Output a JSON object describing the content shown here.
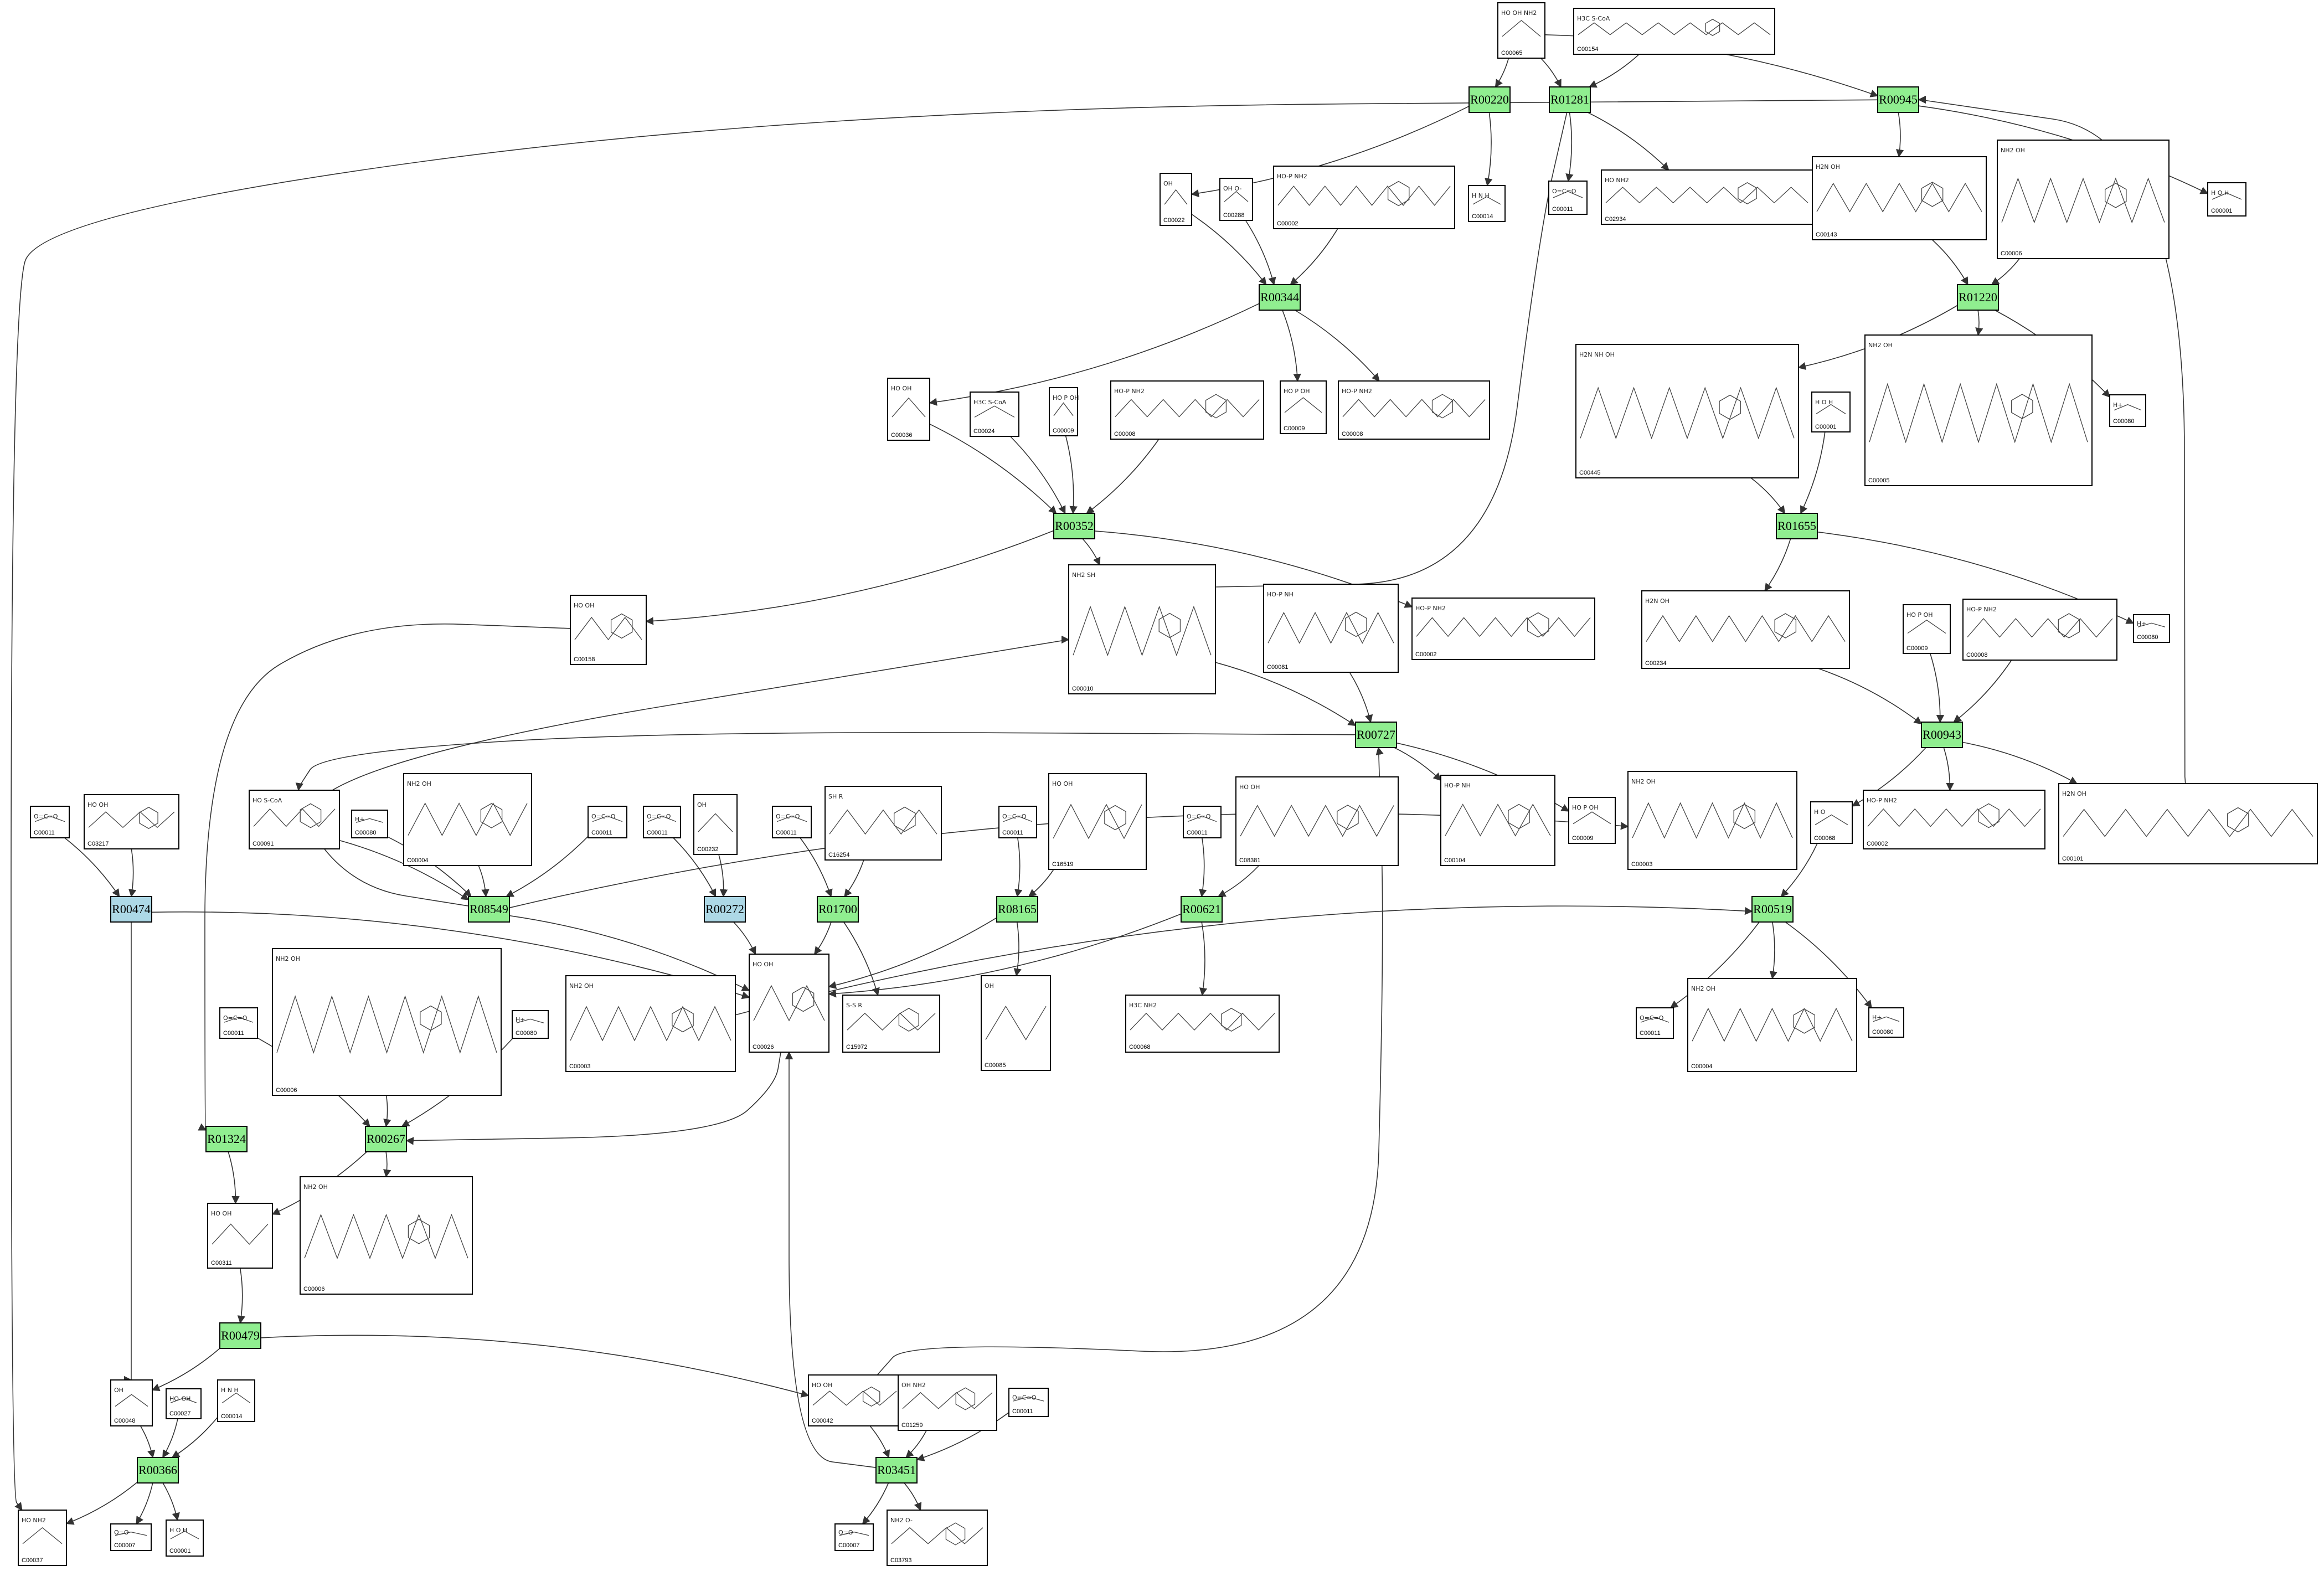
{
  "colors": {
    "reaction_main": "#90ee90",
    "reaction_alt": "#add8e6",
    "edge": "#333333"
  },
  "reactions": [
    {
      "id": "R00220",
      "label": "R00220",
      "color": "main"
    },
    {
      "id": "R01281",
      "label": "R01281",
      "color": "main"
    },
    {
      "id": "R00945",
      "label": "R00945",
      "color": "main"
    },
    {
      "id": "R00344",
      "label": "R00344",
      "color": "main"
    },
    {
      "id": "R01220",
      "label": "R01220",
      "color": "main"
    },
    {
      "id": "R00352",
      "label": "R00352",
      "color": "main"
    },
    {
      "id": "R01655",
      "label": "R01655",
      "color": "main"
    },
    {
      "id": "R00727",
      "label": "R00727",
      "color": "main"
    },
    {
      "id": "R00943",
      "label": "R00943",
      "color": "main"
    },
    {
      "id": "R00474",
      "label": "R00474",
      "color": "alt"
    },
    {
      "id": "R08549",
      "label": "R08549",
      "color": "main"
    },
    {
      "id": "R00272",
      "label": "R00272",
      "color": "alt"
    },
    {
      "id": "R01700",
      "label": "R01700",
      "color": "main"
    },
    {
      "id": "R08165",
      "label": "R08165",
      "color": "main"
    },
    {
      "id": "R00621",
      "label": "R00621",
      "color": "main"
    },
    {
      "id": "R00519",
      "label": "R00519",
      "color": "main"
    },
    {
      "id": "R01324",
      "label": "R01324",
      "color": "main"
    },
    {
      "id": "R00267",
      "label": "R00267",
      "color": "main"
    },
    {
      "id": "R00479",
      "label": "R00479",
      "color": "main"
    },
    {
      "id": "R00366",
      "label": "R00366",
      "color": "main"
    },
    {
      "id": "R03451",
      "label": "R03451",
      "color": "main"
    }
  ],
  "compounds": [
    {
      "id": "c_c00065",
      "label": "C00065",
      "atoms": "HO  OH  NH2"
    },
    {
      "id": "c_c00154",
      "label": "C00154",
      "atoms": "H3C  S-CoA"
    },
    {
      "id": "c_c00022",
      "label": "C00022",
      "atoms": "OH"
    },
    {
      "id": "c_c00288",
      "label": "C00288",
      "atoms": "OH  O-"
    },
    {
      "id": "c_c00002a",
      "label": "C00002",
      "atoms": "HO-P  NH2"
    },
    {
      "id": "c_c00014a",
      "label": "C00014",
      "atoms": "H N H"
    },
    {
      "id": "c_c00011a",
      "label": "C00011",
      "atoms": "O=C=O"
    },
    {
      "id": "c_c02934",
      "label": "C02934",
      "atoms": "HO  NH2"
    },
    {
      "id": "c_c00143",
      "label": "C00143",
      "atoms": "H2N  OH"
    },
    {
      "id": "c_c00006a",
      "label": "C00006",
      "atoms": "NH2  OH"
    },
    {
      "id": "c_c00001a",
      "label": "C00001",
      "atoms": "H O H"
    },
    {
      "id": "c_c00036",
      "label": "C00036",
      "atoms": "HO  OH"
    },
    {
      "id": "c_c00024",
      "label": "C00024",
      "atoms": "H3C  S-CoA"
    },
    {
      "id": "c_c00009a",
      "label": "C00009",
      "atoms": "HO P OH"
    },
    {
      "id": "c_c00008a",
      "label": "C00008",
      "atoms": "HO-P  NH2"
    },
    {
      "id": "c_c00009b",
      "label": "C00009",
      "atoms": "HO P OH"
    },
    {
      "id": "c_c00008b",
      "label": "C00008",
      "atoms": "HO-P  NH2"
    },
    {
      "id": "c_c00445",
      "label": "C00445",
      "atoms": "H2N  NH  OH"
    },
    {
      "id": "c_c00001b",
      "label": "C00001",
      "atoms": "H O H"
    },
    {
      "id": "c_c00005",
      "label": "C00005",
      "atoms": "NH2  OH"
    },
    {
      "id": "c_c00080a",
      "label": "C00080",
      "atoms": "H+"
    },
    {
      "id": "c_c00158",
      "label": "C00158",
      "atoms": "HO  OH"
    },
    {
      "id": "c_c00010",
      "label": "C00010",
      "atoms": "NH2  SH"
    },
    {
      "id": "c_c00081",
      "label": "C00081",
      "atoms": "HO-P  NH"
    },
    {
      "id": "c_c00002b",
      "label": "C00002",
      "atoms": "HO-P  NH2"
    },
    {
      "id": "c_c00234",
      "label": "C00234",
      "atoms": "H2N  OH"
    },
    {
      "id": "c_c00009c",
      "label": "C00009",
      "atoms": "HO P OH"
    },
    {
      "id": "c_c00008c",
      "label": "C00008",
      "atoms": "HO-P  NH2"
    },
    {
      "id": "c_c00080b",
      "label": "C00080",
      "atoms": "H+"
    },
    {
      "id": "c_c00011b",
      "label": "C00011",
      "atoms": "O=C=O"
    },
    {
      "id": "c_c03217",
      "label": "C03217",
      "atoms": "HO  OH"
    },
    {
      "id": "c_c00091",
      "label": "C00091",
      "atoms": "HO  S-CoA"
    },
    {
      "id": "c_c00080c",
      "label": "C00080",
      "atoms": "H+"
    },
    {
      "id": "c_c00004a",
      "label": "C00004",
      "atoms": "NH2  OH"
    },
    {
      "id": "c_c00011c",
      "label": "C00011",
      "atoms": "O=C=O"
    },
    {
      "id": "c_c00011d",
      "label": "C00011",
      "atoms": "O=C=O"
    },
    {
      "id": "c_c00232",
      "label": "C00232",
      "atoms": "OH"
    },
    {
      "id": "c_c00011e",
      "label": "C00011",
      "atoms": "O=C=O"
    },
    {
      "id": "c_c16254",
      "label": "C16254",
      "atoms": "SH  R"
    },
    {
      "id": "c_c00011f",
      "label": "C00011",
      "atoms": "O=C=O"
    },
    {
      "id": "c_c16519",
      "label": "C16519",
      "atoms": "HO  OH"
    },
    {
      "id": "c_c00011g",
      "label": "C00011",
      "atoms": "O=C=O"
    },
    {
      "id": "c_c08381",
      "label": "C08381",
      "atoms": "HO  OH"
    },
    {
      "id": "c_c00104",
      "label": "C00104",
      "atoms": "HO-P  NH"
    },
    {
      "id": "c_c00009d",
      "label": "C00009",
      "atoms": "HO P OH"
    },
    {
      "id": "c_c00003a",
      "label": "C00003",
      "atoms": "NH2  OH"
    },
    {
      "id": "c_c00068",
      "label": "C00068",
      "atoms": "H O"
    },
    {
      "id": "c_c00002c",
      "label": "C00002",
      "atoms": "HO-P  NH2"
    },
    {
      "id": "c_c00101",
      "label": "C00101",
      "atoms": "H2N  OH"
    },
    {
      "id": "c_c00006b",
      "label": "C00006",
      "atoms": "NH2  OH"
    },
    {
      "id": "c_c00011h",
      "label": "C00011",
      "atoms": "O=C=O"
    },
    {
      "id": "c_c00080d",
      "label": "C00080",
      "atoms": "H+"
    },
    {
      "id": "c_c00003b",
      "label": "C00003",
      "atoms": "NH2  OH"
    },
    {
      "id": "c_c00026",
      "label": "C00026",
      "atoms": "HO  OH"
    },
    {
      "id": "c_c15972",
      "label": "C15972",
      "atoms": "S-S  R"
    },
    {
      "id": "c_c00085",
      "label": "C00085",
      "atoms": "OH"
    },
    {
      "id": "c_c00068b",
      "label": "C00068",
      "atoms": "H3C  NH2"
    },
    {
      "id": "c_c00011i",
      "label": "C00011",
      "atoms": "O=C=O"
    },
    {
      "id": "c_c00004b",
      "label": "C00004",
      "atoms": "NH2  OH"
    },
    {
      "id": "c_c00080e",
      "label": "C00080",
      "atoms": "H+"
    },
    {
      "id": "c_c00311",
      "label": "C00311",
      "atoms": "HO  OH"
    },
    {
      "id": "c_c00006c",
      "label": "C00006",
      "atoms": "NH2  OH"
    },
    {
      "id": "c_c00048",
      "label": "C00048",
      "atoms": "OH"
    },
    {
      "id": "c_c00027",
      "label": "C00027",
      "atoms": "HO-OH"
    },
    {
      "id": "c_c00014b",
      "label": "C00014",
      "atoms": "H N H"
    },
    {
      "id": "c_c00042",
      "label": "C00042",
      "atoms": "HO  OH"
    },
    {
      "id": "c_c01259",
      "label": "C01259",
      "atoms": "OH  NH2"
    },
    {
      "id": "c_c00011j",
      "label": "C00011",
      "atoms": "O=C=O"
    },
    {
      "id": "c_c00037",
      "label": "C00037",
      "atoms": "HO  NH2"
    },
    {
      "id": "c_c00007a",
      "label": "C00007",
      "atoms": "O=O"
    },
    {
      "id": "c_c00001c",
      "label": "C00001",
      "atoms": "H O H"
    },
    {
      "id": "c_c00007b",
      "label": "C00007",
      "atoms": "O=O"
    },
    {
      "id": "c_c03793",
      "label": "C03793",
      "atoms": "NH2  O-"
    }
  ],
  "edges": [
    {
      "from": "c_c00065",
      "to": "R00220"
    },
    {
      "from": "c_c00065",
      "to": "R01281"
    },
    {
      "from": "c_c00065",
      "to": "R00945"
    },
    {
      "from": "c_c00154",
      "to": "R01281"
    },
    {
      "from": "R00220",
      "to": "c_c00022"
    },
    {
      "from": "R00220",
      "to": "c_c00014a"
    },
    {
      "from": "R01281",
      "to": "c_c00011a"
    },
    {
      "from": "R01281",
      "to": "c_c02934"
    },
    {
      "from": "R01281",
      "to": "c_c00010"
    },
    {
      "from": "R00945",
      "to": "c_c00143"
    },
    {
      "from": "R00945",
      "to": "c_c00001a"
    },
    {
      "from": "R00945",
      "to": "c_c00037"
    },
    {
      "from": "c_c00022",
      "to": "R00344"
    },
    {
      "from": "c_c00288",
      "to": "R00344"
    },
    {
      "from": "c_c00002a",
      "to": "R00344"
    },
    {
      "from": "R00344",
      "to": "c_c00036"
    },
    {
      "from": "R00344",
      "to": "c_c00009b"
    },
    {
      "from": "R00344",
      "to": "c_c00008b"
    },
    {
      "from": "c_c00143",
      "to": "R01220"
    },
    {
      "from": "c_c00006a",
      "to": "R01220"
    },
    {
      "from": "R01220",
      "to": "c_c00445"
    },
    {
      "from": "R01220",
      "to": "c_c00005"
    },
    {
      "from": "R01220",
      "to": "c_c00080a"
    },
    {
      "from": "c_c00036",
      "to": "R00352"
    },
    {
      "from": "c_c00024",
      "to": "R00352"
    },
    {
      "from": "c_c00009a",
      "to": "R00352"
    },
    {
      "from": "c_c00008a",
      "to": "R00352"
    },
    {
      "from": "R00352",
      "to": "c_c00158"
    },
    {
      "from": "R00352",
      "to": "c_c00010"
    },
    {
      "from": "R00352",
      "to": "c_c00002b"
    },
    {
      "from": "c_c00445",
      "to": "R01655"
    },
    {
      "from": "c_c00001b",
      "to": "R01655"
    },
    {
      "from": "R01655",
      "to": "c_c00234"
    },
    {
      "from": "R01655",
      "to": "c_c00080b"
    },
    {
      "from": "c_c00010",
      "to": "R00727"
    },
    {
      "from": "c_c00081",
      "to": "R00727"
    },
    {
      "from": "R00727",
      "to": "c_c00091"
    },
    {
      "from": "R00727",
      "to": "c_c00104"
    },
    {
      "from": "R00727",
      "to": "c_c00009d"
    },
    {
      "from": "c_c00234",
      "to": "R00943"
    },
    {
      "from": "c_c00009c",
      "to": "R00943"
    },
    {
      "from": "c_c00008c",
      "to": "R00943"
    },
    {
      "from": "R00943",
      "to": "c_c00068"
    },
    {
      "from": "R00943",
      "to": "c_c00002c"
    },
    {
      "from": "R00943",
      "to": "c_c00101"
    },
    {
      "from": "c_c00101",
      "to": "R00945"
    },
    {
      "from": "c_c00011b",
      "to": "R00474"
    },
    {
      "from": "c_c03217",
      "to": "R00474"
    },
    {
      "from": "R00474",
      "to": "c_c00026"
    },
    {
      "from": "R00474",
      "to": "c_c00048"
    },
    {
      "from": "c_c00091",
      "to": "R08549"
    },
    {
      "from": "c_c00080c",
      "to": "R08549"
    },
    {
      "from": "c_c00004a",
      "to": "R08549"
    },
    {
      "from": "c_c00011c",
      "to": "R08549"
    },
    {
      "from": "R08549",
      "to": "c_c00010"
    },
    {
      "from": "R08549",
      "to": "c_c00003a"
    },
    {
      "from": "R08549",
      "to": "c_c00026"
    },
    {
      "from": "c_c00011d",
      "to": "R00272"
    },
    {
      "from": "c_c00232",
      "to": "R00272"
    },
    {
      "from": "R00272",
      "to": "c_c00026"
    },
    {
      "from": "c_c00011e",
      "to": "R01700"
    },
    {
      "from": "c_c16254",
      "to": "R01700"
    },
    {
      "from": "R01700",
      "to": "c_c00026"
    },
    {
      "from": "R01700",
      "to": "c_c15972"
    },
    {
      "from": "c_c00011f",
      "to": "R08165"
    },
    {
      "from": "c_c16519",
      "to": "R08165"
    },
    {
      "from": "R08165",
      "to": "c_c00026"
    },
    {
      "from": "R08165",
      "to": "c_c00085"
    },
    {
      "from": "c_c00011g",
      "to": "R00621"
    },
    {
      "from": "c_c08381",
      "to": "R00621"
    },
    {
      "from": "R00621",
      "to": "c_c00026"
    },
    {
      "from": "R00621",
      "to": "c_c00068b"
    },
    {
      "from": "c_c00003b",
      "to": "R00519"
    },
    {
      "from": "c_c00068",
      "to": "R00519"
    },
    {
      "from": "R00519",
      "to": "c_c00011i"
    },
    {
      "from": "R00519",
      "to": "c_c00004b"
    },
    {
      "from": "R00519",
      "to": "c_c00080e"
    },
    {
      "from": "c_c00158",
      "to": "R01324"
    },
    {
      "from": "R01324",
      "to": "c_c00311"
    },
    {
      "from": "c_c00006b",
      "to": "R00267"
    },
    {
      "from": "c_c00011h",
      "to": "R00267"
    },
    {
      "from": "c_c00080d",
      "to": "R00267"
    },
    {
      "from": "c_c00026",
      "to": "R00267"
    },
    {
      "from": "R00267",
      "to": "c_c00311"
    },
    {
      "from": "R00267",
      "to": "c_c00006c"
    },
    {
      "from": "c_c00311",
      "to": "R00479"
    },
    {
      "from": "R00479",
      "to": "c_c00048"
    },
    {
      "from": "R00479",
      "to": "c_c00042"
    },
    {
      "from": "c_c00048",
      "to": "R00366"
    },
    {
      "from": "c_c00027",
      "to": "R00366"
    },
    {
      "from": "c_c00014b",
      "to": "R00366"
    },
    {
      "from": "R00366",
      "to": "c_c00037"
    },
    {
      "from": "R00366",
      "to": "c_c00007a"
    },
    {
      "from": "R00366",
      "to": "c_c00001c"
    },
    {
      "from": "c_c00042",
      "to": "R03451"
    },
    {
      "from": "c_c01259",
      "to": "R03451"
    },
    {
      "from": "c_c00011j",
      "to": "R03451"
    },
    {
      "from": "R03451",
      "to": "c_c00007b"
    },
    {
      "from": "R03451",
      "to": "c_c03793"
    },
    {
      "from": "R03451",
      "to": "c_c00026"
    },
    {
      "from": "c_c00042",
      "to": "R00727"
    }
  ]
}
